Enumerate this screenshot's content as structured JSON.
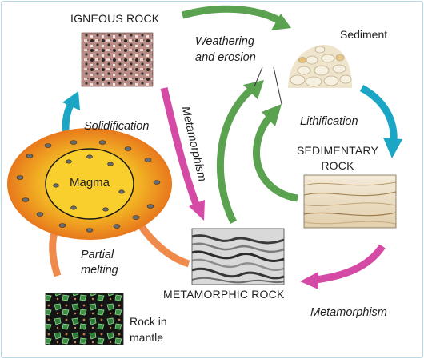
{
  "rocks": {
    "igneous": "IGNEOUS ROCK",
    "sediment": "Sediment",
    "sedimentary": [
      "SEDIMENTARY",
      "ROCK"
    ],
    "metamorphic": "METAMORPHIC ROCK",
    "magma": "Magma",
    "mantle": [
      "Rock in",
      "mantle"
    ]
  },
  "processes": {
    "weathering": [
      "Weathering",
      "and erosion"
    ],
    "lithification": "Lithification",
    "solidification": "Solidification",
    "metamorphism_vertical": "Metamorphism",
    "metamorphism_bottom": "Metamorphism",
    "partial_melting": [
      "Partial",
      "melting"
    ]
  },
  "colors": {
    "frame": "#b6d7e6",
    "arrow_green": "#5aa150",
    "arrow_teal": "#1aa6c4",
    "arrow_magenta": "#d44aa5",
    "arrow_orange": "#f08a4a",
    "magma_outer": "#f0a020",
    "magma_inner": "#f6cd30"
  },
  "icons": [
    "igneous-rock-image",
    "sediment-pile-image",
    "sedimentary-rock-image",
    "metamorphic-rock-image",
    "mantle-rock-image",
    "magma-chamber"
  ]
}
